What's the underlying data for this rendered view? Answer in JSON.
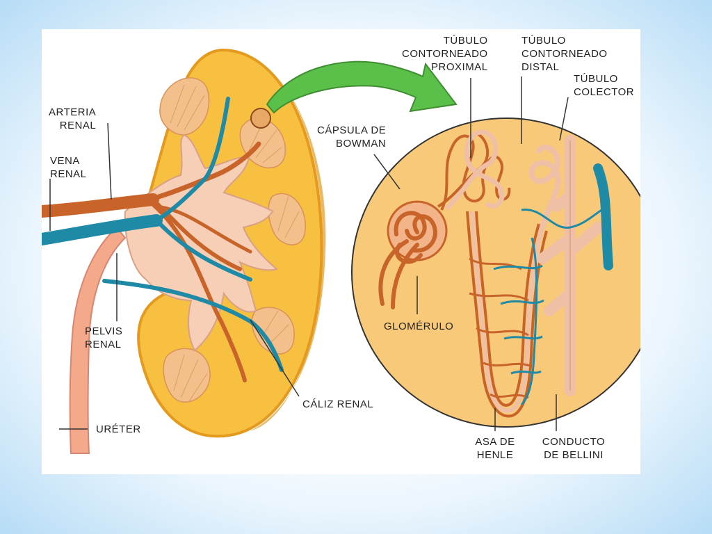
{
  "colors": {
    "cortex": "#f8c040",
    "cortex_edge": "#e49a1e",
    "pyramid": "#f3c08c",
    "pelvis": "#f6cfb6",
    "artery": "#c8642a",
    "vein": "#1e8aa6",
    "tubule": "#efbfa6",
    "arrow": "#5bc04a",
    "background": "#b6dcf6"
  },
  "labels": {
    "arteria_renal": [
      "ARTERIA",
      "RENAL"
    ],
    "vena_renal": [
      "VENA",
      "RENAL"
    ],
    "pelvis_renal": [
      "PELVIS",
      "RENAL"
    ],
    "ureter": "URÉTER",
    "caliz_renal": "CÁLIZ RENAL",
    "capsula_bowman": [
      "CÁPSULA DE",
      "BOWMAN"
    ],
    "tubulo_proximal": [
      "TÚBULO",
      "CONTORNEADO",
      "PROXIMAL"
    ],
    "tubulo_distal": [
      "TÚBULO",
      "CONTORNEADO",
      "DISTAL"
    ],
    "tubulo_colector": [
      "TÚBULO",
      "COLECTOR"
    ],
    "glomerulo": "GLOMÉRULO",
    "asa_henle": [
      "ASA DE",
      "HENLE"
    ],
    "conducto_bellini": [
      "CONDUCTO",
      "DE BELLINI"
    ]
  }
}
